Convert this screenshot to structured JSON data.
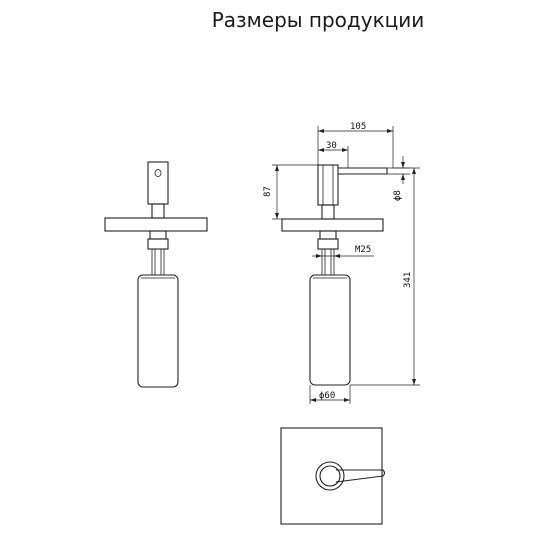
{
  "title": "Размеры продукции",
  "dimensions": {
    "width_105": "105",
    "spout_30": "30",
    "height_87": "87",
    "diameter_8": "ϕ8",
    "height_341": "341",
    "thread_m25": "M25",
    "diameter_60": "ϕ60"
  },
  "views": {
    "front": "front-view",
    "side": "side-view",
    "top": "top-view"
  }
}
